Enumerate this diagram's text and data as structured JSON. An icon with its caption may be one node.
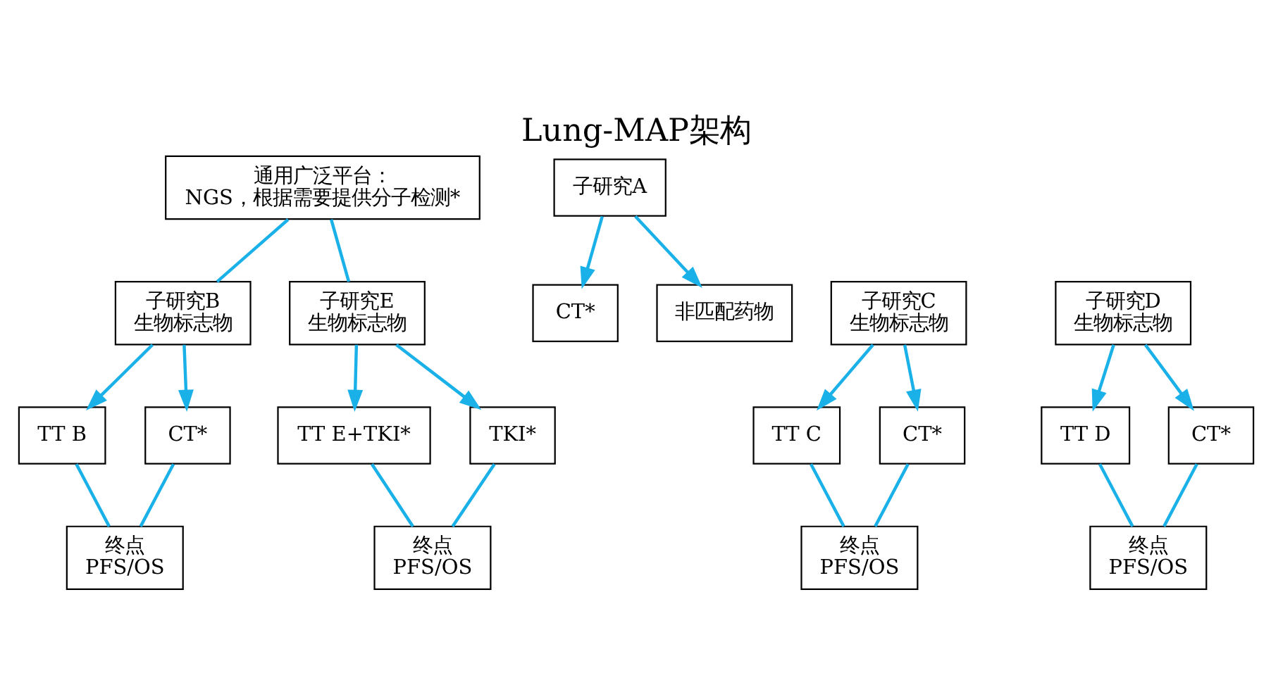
{
  "diagram": {
    "title": "Lung-MAP架构",
    "nodes": [
      {
        "text": [
          "通用广泛平台：",
          "NGS，根据需要提供分子检测*"
        ]
      },
      {
        "text": [
          "子研究A"
        ]
      },
      {
        "text": [
          "CT*"
        ]
      },
      {
        "text": [
          "非匹配药物"
        ]
      },
      {
        "text": [
          "子研究B",
          "生物标志物"
        ]
      },
      {
        "text": [
          "子研究C",
          "生物标志物"
        ]
      },
      {
        "text": [
          "子研究D",
          "生物标志物"
        ]
      },
      {
        "text": [
          "子研究E",
          "生物标志物"
        ]
      },
      {
        "text": [
          "TT B"
        ]
      },
      {
        "text": [
          "CT*"
        ]
      },
      {
        "text": [
          "TT C"
        ]
      },
      {
        "text": [
          "CT*"
        ]
      },
      {
        "text": [
          "TT D"
        ]
      },
      {
        "text": [
          "CT*"
        ]
      },
      {
        "text": [
          "TT E+TKI*"
        ]
      },
      {
        "text": [
          "TKI*"
        ]
      },
      {
        "text": [
          "终点",
          "PFS/OS"
        ]
      },
      {
        "text": [
          "终点",
          "PFS/OS"
        ]
      },
      {
        "text": [
          "终点",
          "PFS/OS"
        ]
      },
      {
        "text": [
          "终点",
          "PFS/OS"
        ]
      }
    ],
    "edges": [
      {
        "from": 0,
        "to": 4,
        "arrow": "none"
      },
      {
        "from": 0,
        "to": 7,
        "arrow": "none"
      },
      {
        "from": 1,
        "to": 2,
        "arrow": "to"
      },
      {
        "from": 1,
        "to": 3,
        "arrow": "to"
      },
      {
        "from": 4,
        "to": 8,
        "arrow": "to"
      },
      {
        "from": 4,
        "to": 9,
        "arrow": "to"
      },
      {
        "from": 5,
        "to": 10,
        "arrow": "to"
      },
      {
        "from": 5,
        "to": 11,
        "arrow": "to"
      },
      {
        "from": 6,
        "to": 12,
        "arrow": "to"
      },
      {
        "from": 6,
        "to": 13,
        "arrow": "to"
      },
      {
        "from": 7,
        "to": 14,
        "arrow": "to"
      },
      {
        "from": 7,
        "to": 15,
        "arrow": "to"
      },
      {
        "from": 8,
        "to": 16,
        "arrow": "none"
      },
      {
        "from": 9,
        "to": 16,
        "arrow": "none"
      },
      {
        "from": 10,
        "to": 17,
        "arrow": "none"
      },
      {
        "from": 11,
        "to": 17,
        "arrow": "none"
      },
      {
        "from": 12,
        "to": 18,
        "arrow": "none"
      },
      {
        "from": 13,
        "to": 18,
        "arrow": "none"
      },
      {
        "from": 14,
        "to": 19,
        "arrow": "none"
      },
      {
        "from": 15,
        "to": 19,
        "arrow": "none"
      }
    ]
  }
}
